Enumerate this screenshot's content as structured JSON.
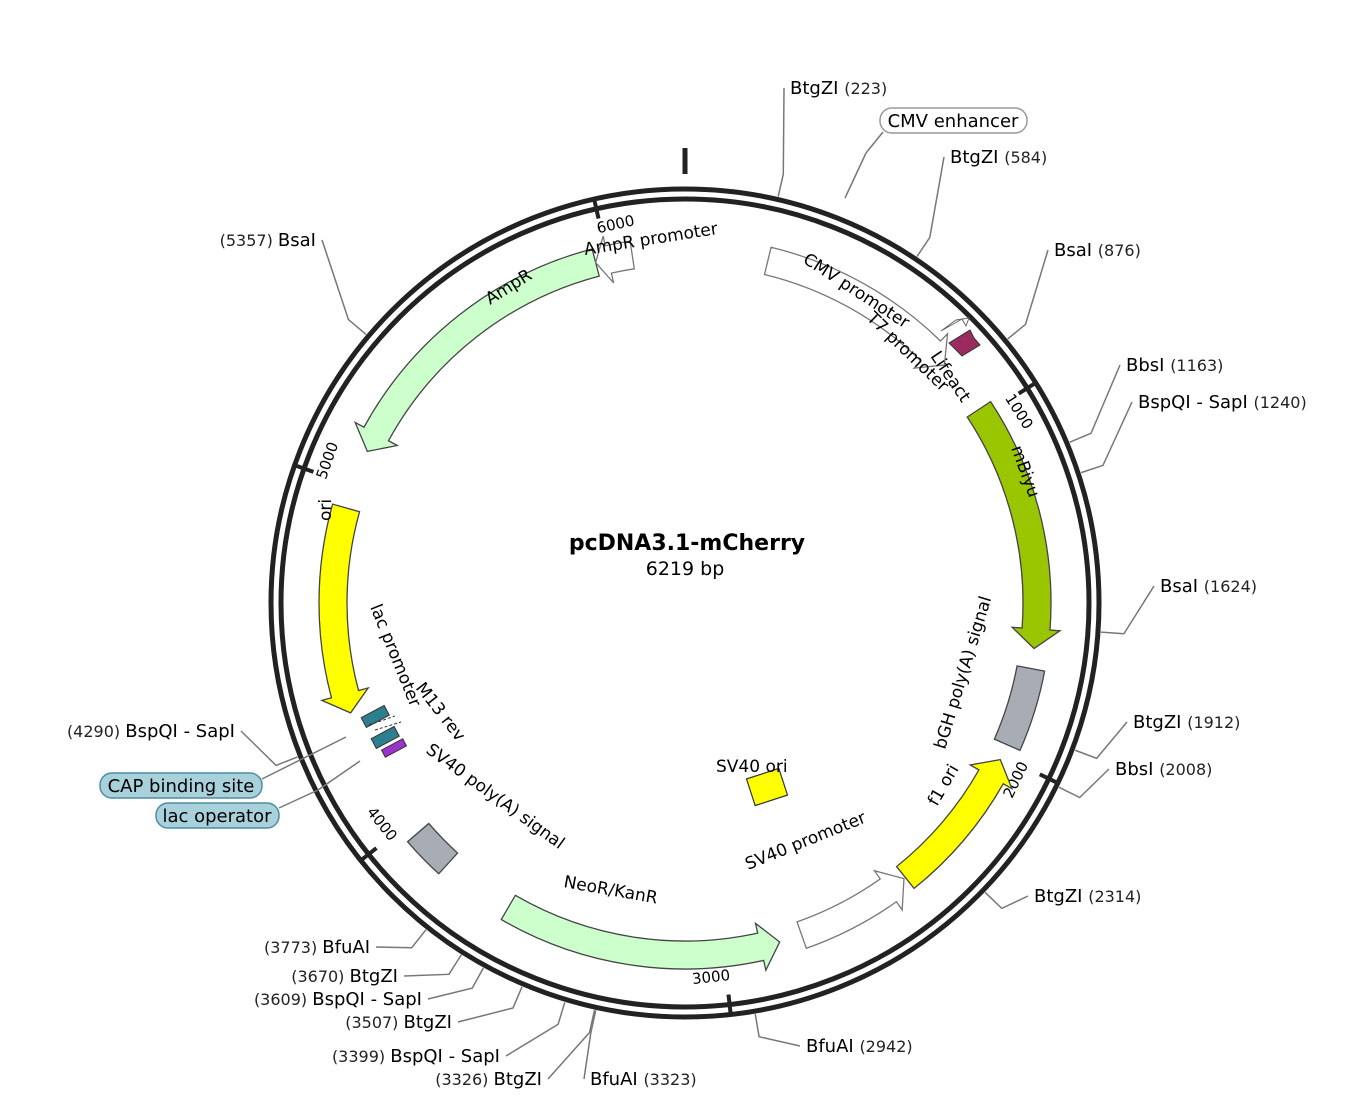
{
  "plasmid": {
    "name": "pcDNA3.1-mCherry",
    "size_label": "6219 bp",
    "length": 6219
  },
  "ticks": [
    {
      "label": "1000",
      "pos": 1000
    },
    {
      "label": "2000",
      "pos": 2000
    },
    {
      "label": "3000",
      "pos": 3000
    },
    {
      "label": "4000",
      "pos": 4000
    },
    {
      "label": "5000",
      "pos": 5000
    },
    {
      "label": "6000",
      "pos": 6000
    }
  ],
  "sites": [
    {
      "name": "BtgZI",
      "pos_label": "(223)",
      "pos": 223
    },
    {
      "name": "BtgZI",
      "pos_label": "(584)",
      "pos": 584
    },
    {
      "name": "BsaI",
      "pos_label": "(876)",
      "pos": 876
    },
    {
      "name": "BbsI",
      "pos_label": "(1163)",
      "pos": 1163
    },
    {
      "name": "BspQI - SapI",
      "pos_label": "(1240)",
      "pos": 1240
    },
    {
      "name": "BsaI",
      "pos_label": "(1624)",
      "pos": 1624
    },
    {
      "name": "BtgZI",
      "pos_label": "(1912)",
      "pos": 1912
    },
    {
      "name": "BbsI",
      "pos_label": "(2008)",
      "pos": 2008
    },
    {
      "name": "BtgZI",
      "pos_label": "(2314)",
      "pos": 2314
    },
    {
      "name": "BfuAI",
      "pos_label": "(2942)",
      "pos": 2942
    },
    {
      "name": "BfuAI",
      "pos_label": "(3323)",
      "pos": 3323
    },
    {
      "name": "BtgZI",
      "pos_label": "(3326)",
      "pos": 3326
    },
    {
      "name": "BspQI - SapI",
      "pos_label": "(3399)",
      "pos": 3399
    },
    {
      "name": "BtgZI",
      "pos_label": "(3507)",
      "pos": 3507
    },
    {
      "name": "BspQI - SapI",
      "pos_label": "(3609)",
      "pos": 3609
    },
    {
      "name": "BtgZI",
      "pos_label": "(3670)",
      "pos": 3670
    },
    {
      "name": "BfuAI",
      "pos_label": "(3773)",
      "pos": 3773
    },
    {
      "name": "BspQI - SapI",
      "pos_label": "(4290)",
      "pos": 4290
    },
    {
      "name": "BsaI",
      "pos_label": "(5357)",
      "pos": 5357
    }
  ],
  "features": [
    {
      "label": "CMV promoter",
      "start": 235,
      "end": 820,
      "color": "#ffffff"
    },
    {
      "label": "T7 promoter",
      "start": 863,
      "end": 882,
      "color": "#ffffff"
    },
    {
      "label": "Lifeact",
      "start": 912,
      "end": 966,
      "color": "#9b2a5f"
    },
    {
      "label": "mBiyu",
      "start": 978,
      "end": 1683,
      "color": "#99c600"
    },
    {
      "label": "bGH poly(A) signal",
      "start": 1740,
      "end": 1965,
      "color": "#a8adb5"
    },
    {
      "label": "f1 ori",
      "start": 2011,
      "end": 2440,
      "color": "#ffff00"
    },
    {
      "label": "SV40 promoter",
      "start": 2445,
      "end": 2775,
      "color": "#ffffff"
    },
    {
      "label": "NeoR/KanR",
      "start": 2840,
      "end": 3630,
      "color": "#ccffcc"
    },
    {
      "label": "SV40 poly(A) signal",
      "start": 3840,
      "end": 3961,
      "color": "#a8adb5"
    },
    {
      "label": "ori",
      "start": 4350,
      "end": 4935,
      "color": "#ffff00"
    },
    {
      "label": "AmpR",
      "start": 5105,
      "end": 5965,
      "color": "#ccffcc"
    },
    {
      "label": "AmpR promoter",
      "start": 5965,
      "end": 6070,
      "color": "#ffffff"
    }
  ],
  "small_features": [
    {
      "label": "lac promoter",
      "color": "#2c7f8f"
    },
    {
      "label": "M13 rev",
      "color": "#2c7f8f"
    },
    {
      "label": "SV40 ori",
      "color": "#ffff00"
    }
  ],
  "boxed_labels": [
    {
      "label": "CMV enhancer",
      "fill": "#ffffff",
      "stroke": "#999999"
    },
    {
      "label": "CAP binding site",
      "fill": "#a8d1dc",
      "stroke": "#4d8ea6"
    },
    {
      "label": "lac operator",
      "fill": "#a8d1dc",
      "stroke": "#4d8ea6"
    }
  ],
  "colors": {
    "backbone": "#222222",
    "leader": "#777777",
    "misc_purple": "#9933cc"
  }
}
